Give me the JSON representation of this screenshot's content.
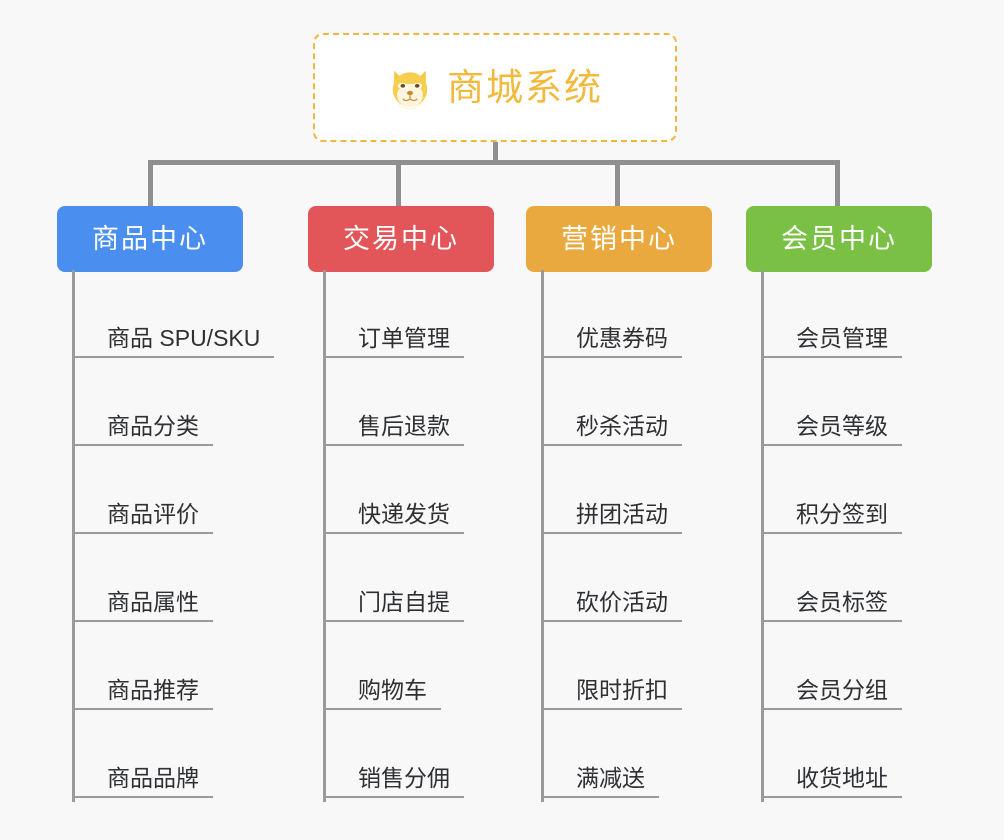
{
  "background_color": "#f8f8f8",
  "root": {
    "title": "商城系统",
    "icon": "shiba-dog-icon",
    "text_color": "#f2b93c",
    "border_color": "#f0b73f",
    "fill_color": "#ffffff",
    "border_style": "dashed"
  },
  "connector_color": "#8f8f8f",
  "columns": [
    {
      "id": "product-center",
      "label": "商品中心",
      "color": "#4a8ef0",
      "items": [
        "商品 SPU/SKU",
        "商品分类",
        "商品评价",
        "商品属性",
        "商品推荐",
        "商品品牌"
      ]
    },
    {
      "id": "trade-center",
      "label": "交易中心",
      "color": "#e2565a",
      "items": [
        "订单管理",
        "售后退款",
        "快递发货",
        "门店自提",
        "购物车",
        "销售分佣"
      ]
    },
    {
      "id": "marketing-center",
      "label": "营销中心",
      "color": "#e9a93e",
      "items": [
        "优惠券码",
        "秒杀活动",
        "拼团活动",
        "砍价活动",
        "限时折扣",
        "满减送"
      ]
    },
    {
      "id": "member-center",
      "label": "会员中心",
      "color": "#79c045",
      "items": [
        "会员管理",
        "会员等级",
        "积分签到",
        "会员标签",
        "会员分组",
        "收货地址"
      ]
    }
  ]
}
